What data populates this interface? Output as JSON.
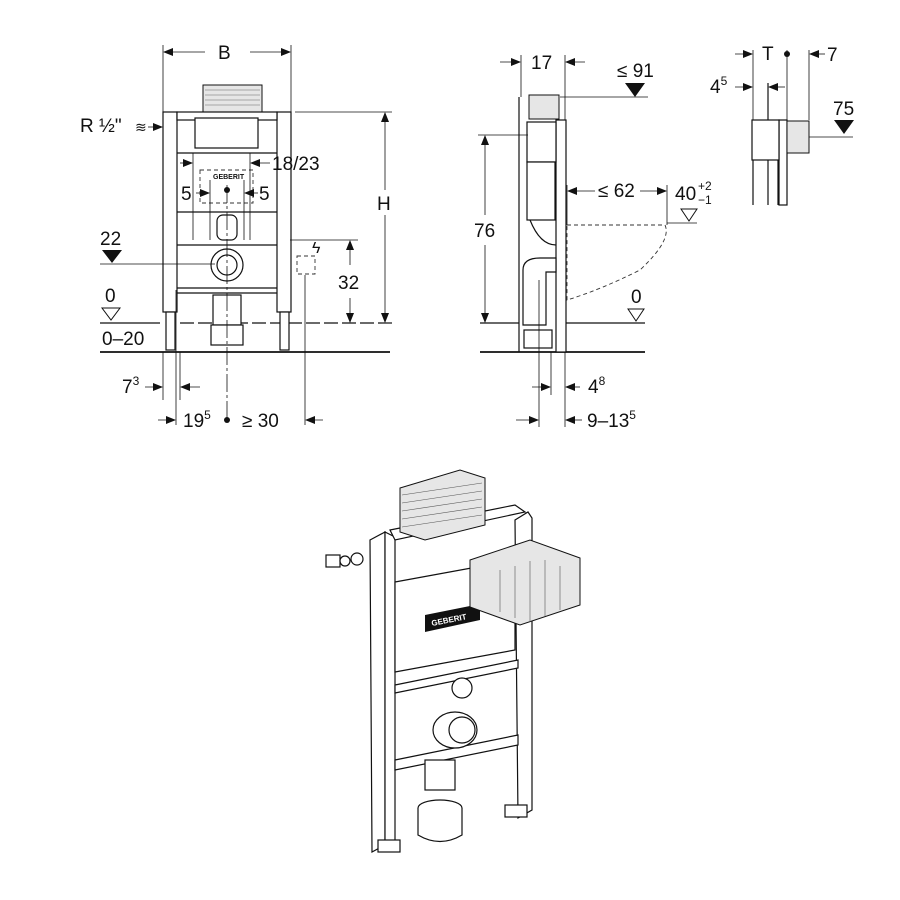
{
  "front_view": {
    "width_label": "B",
    "height_label": "H",
    "water_connection": "R ½\"",
    "flush_pipe_distance": "18/23",
    "left_offset": "5",
    "right_offset": "5",
    "drain_height": "22",
    "power_height": "32",
    "floor_level": "0",
    "floor_range": "0–20",
    "foot_offset": {
      "base": "7",
      "sup": "3"
    },
    "axis_offset": {
      "base": "19",
      "sup": "5"
    },
    "power_distance": "≥ 30",
    "brand_logo": "GEBERIT"
  },
  "side_view": {
    "depth": "17",
    "max_height": "≤ 91",
    "frame_height": "76",
    "bowl_projection": "≤ 62",
    "seat_height": {
      "base": "40",
      "sup": "+2",
      "sub": "−1"
    },
    "floor_level": "0",
    "pipe_offset": {
      "base": "4",
      "sup": "8"
    },
    "wall_distance": {
      "base": "9–13",
      "sup": "5"
    }
  },
  "top_view": {
    "depth_label": "T",
    "frame_offset": {
      "base": "4",
      "sup": "5"
    },
    "box_projection": "7",
    "box_height": "75"
  },
  "isometric": {
    "brand_logo": "GEBERIT"
  }
}
